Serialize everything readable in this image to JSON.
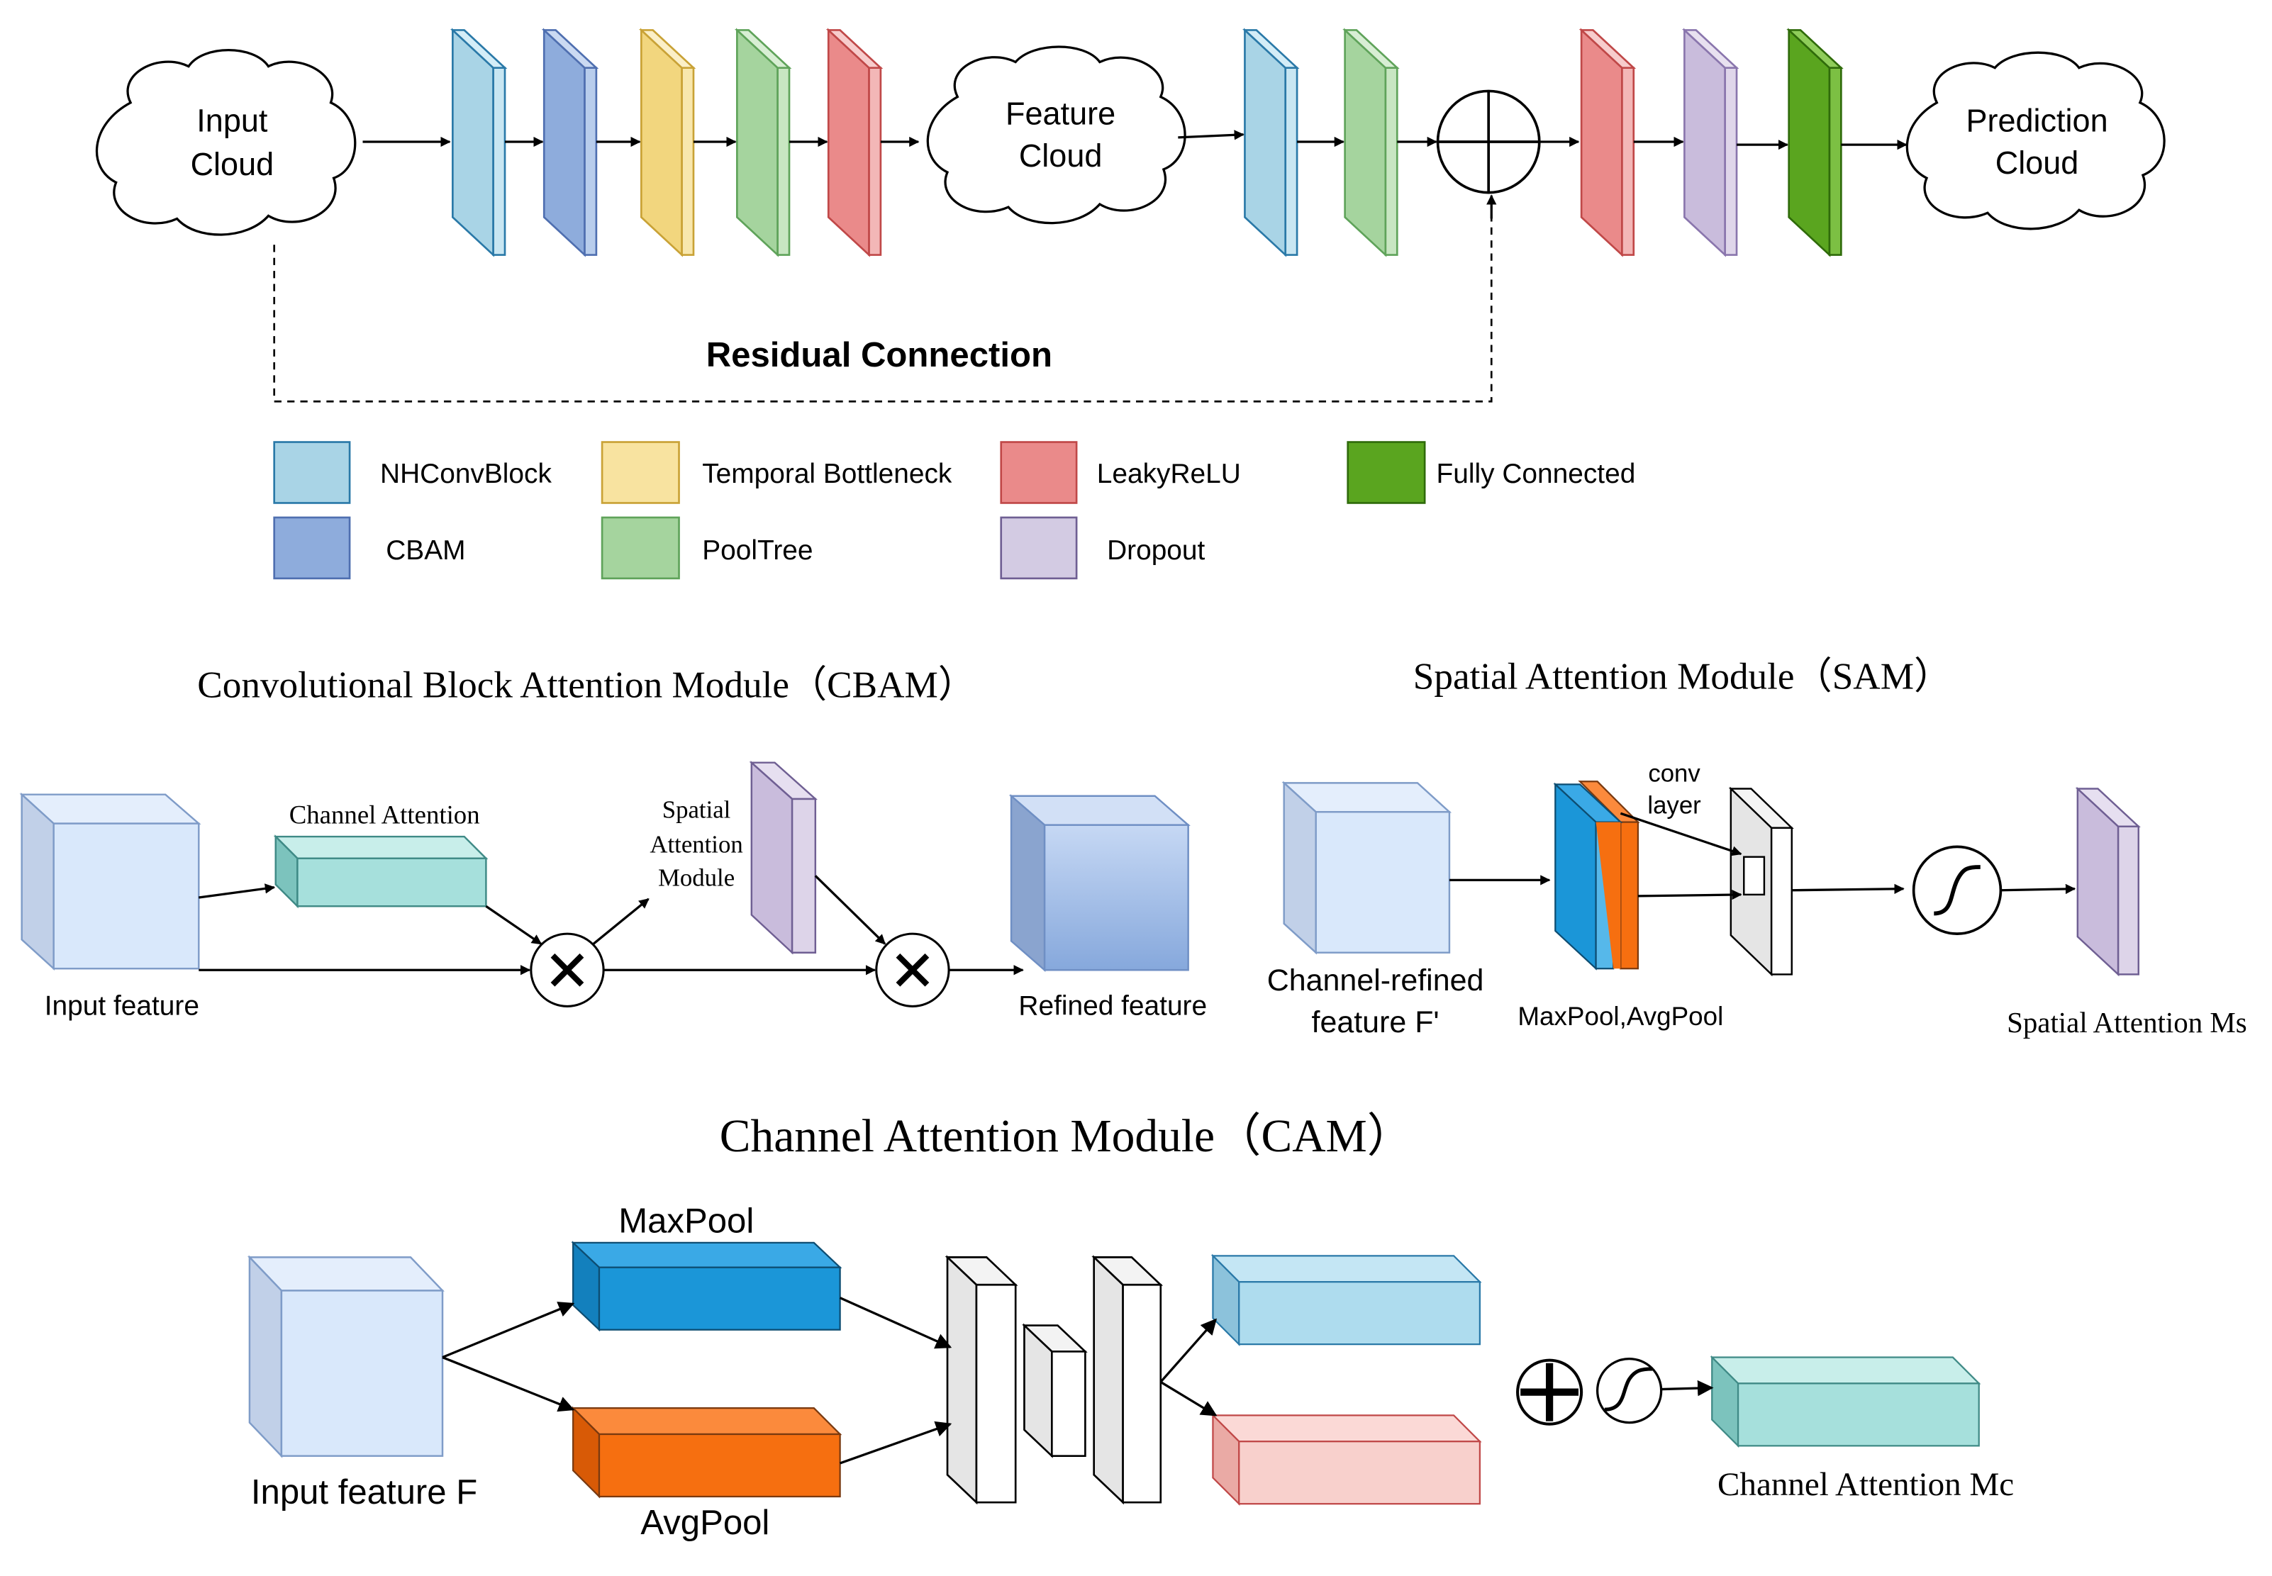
{
  "colors": {
    "nhconv": "#a9d4e6",
    "cbam": "#8eacdc",
    "temporal": "#f2d67e",
    "pooltree": "#a5d49e",
    "leaky": "#ea8a8a",
    "dropout": "#c9bcdc",
    "fc": "#5aa51f",
    "maxpool": "#1b96d8",
    "avgpool": "#f66f10",
    "channel_att": "#a6e0dc",
    "cube": "#d9e8fb",
    "line": "#000000"
  },
  "pipeline": {
    "input_cloud": {
      "line1": "Input",
      "line2": "Cloud"
    },
    "feature_cloud": {
      "line1": "Feature",
      "line2": "Cloud"
    },
    "prediction_cloud": {
      "line1": "Prediction",
      "line2": "Cloud"
    },
    "residual_label": "Residual Connection"
  },
  "legend": {
    "nhconv": "NHConvBlock",
    "cbam": "CBAM",
    "temporal": "Temporal Bottleneck",
    "pooltree": "PoolTree",
    "leaky": "LeakyReLU",
    "dropout": "Dropout",
    "fc": "Fully Connected"
  },
  "cbam_module": {
    "title": "Convolutional Block Attention Module（CBAM）",
    "channel_attention": "Channel Attention",
    "spatial_line1": "Spatial",
    "spatial_line2": "Attention",
    "spatial_line3": "Module",
    "input_feature": "Input feature",
    "refined_feature": "Refined feature"
  },
  "sam_module": {
    "title": "Spatial Attention Module（SAM）",
    "conv_line1": "conv",
    "conv_line2": "layer",
    "input_line1": "Channel-refined",
    "input_line2": "feature F'",
    "pool_label": "MaxPool,AvgPool",
    "output": "Spatial Attention Ms"
  },
  "cam_module": {
    "title": "Channel Attention Module（CAM）",
    "maxpool": "MaxPool",
    "avgpool": "AvgPool",
    "input": "Input feature F",
    "output": "Channel Attention Mc"
  }
}
